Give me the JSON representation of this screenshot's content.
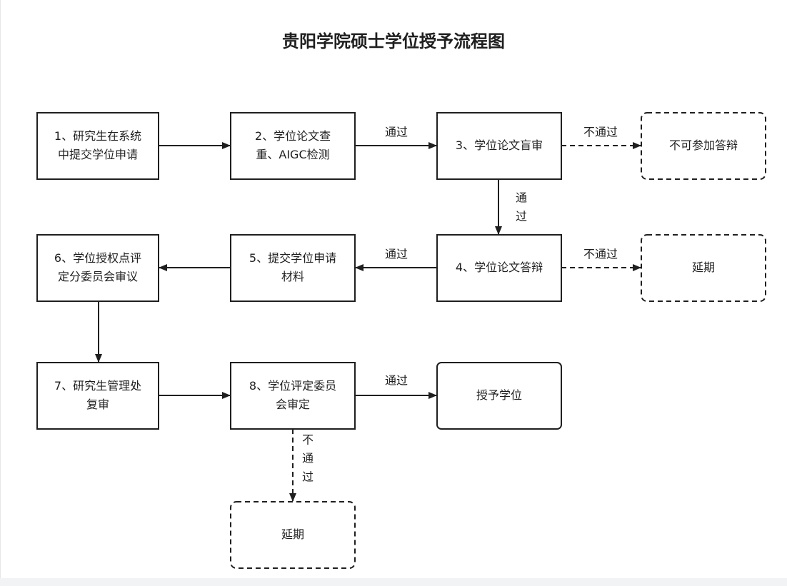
{
  "diagram": {
    "title": "贵阳学院硕士学位授予流程图",
    "nodes": [
      {
        "id": "n1",
        "lines": [
          "1、研究生在系统",
          "中提交学位申请"
        ],
        "style": "solid"
      },
      {
        "id": "n2",
        "lines": [
          "2、学位论文查",
          "重、AIGC检测"
        ],
        "style": "solid"
      },
      {
        "id": "n3",
        "lines": [
          "3、学位论文盲审"
        ],
        "style": "solid"
      },
      {
        "id": "n3f",
        "lines": [
          "不可参加答辩"
        ],
        "style": "dashed"
      },
      {
        "id": "n4",
        "lines": [
          "4、学位论文答辩"
        ],
        "style": "solid"
      },
      {
        "id": "n4f",
        "lines": [
          "延期"
        ],
        "style": "dashed"
      },
      {
        "id": "n5",
        "lines": [
          "5、提交学位申请",
          "材料"
        ],
        "style": "solid"
      },
      {
        "id": "n6",
        "lines": [
          "6、学位授权点评",
          "定分委员会审议"
        ],
        "style": "solid"
      },
      {
        "id": "n7",
        "lines": [
          "7、研究生管理处",
          "复审"
        ],
        "style": "solid"
      },
      {
        "id": "n8",
        "lines": [
          "8、学位评定委员",
          "会审定"
        ],
        "style": "solid"
      },
      {
        "id": "n9",
        "lines": [
          "授予学位"
        ],
        "style": "solid-rounded"
      },
      {
        "id": "n8f",
        "lines": [
          "延期"
        ],
        "style": "dashed"
      }
    ],
    "edges": [
      {
        "id": "e1",
        "from": "n1",
        "to": "n2",
        "label": "",
        "style": "solid"
      },
      {
        "id": "e2",
        "from": "n2",
        "to": "n3",
        "label": "通过",
        "style": "solid"
      },
      {
        "id": "e3",
        "from": "n3",
        "to": "n3f",
        "label": "不通过",
        "style": "dashed"
      },
      {
        "id": "e4",
        "from": "n3",
        "to": "n4",
        "label": "通过",
        "style": "solid"
      },
      {
        "id": "e5",
        "from": "n4",
        "to": "n4f",
        "label": "不通过",
        "style": "dashed"
      },
      {
        "id": "e6",
        "from": "n4",
        "to": "n5",
        "label": "通过",
        "style": "solid"
      },
      {
        "id": "e7",
        "from": "n5",
        "to": "n6",
        "label": "",
        "style": "solid"
      },
      {
        "id": "e8",
        "from": "n6",
        "to": "n7",
        "label": "",
        "style": "solid"
      },
      {
        "id": "e9",
        "from": "n7",
        "to": "n8",
        "label": "",
        "style": "solid"
      },
      {
        "id": "e10",
        "from": "n8",
        "to": "n9",
        "label": "通过",
        "style": "solid"
      },
      {
        "id": "e11",
        "from": "n8",
        "to": "n8f",
        "label": "不通过",
        "style": "dashed"
      }
    ]
  }
}
